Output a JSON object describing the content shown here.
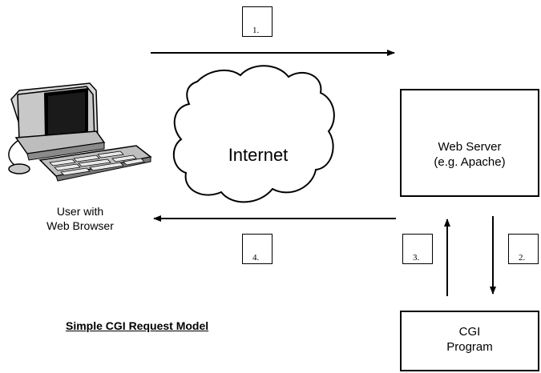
{
  "user": {
    "line1": "User with",
    "line2": "Web Browser"
  },
  "cloud": {
    "label": "Internet"
  },
  "server": {
    "line1": "Web Server",
    "line2": "(e.g. Apache)"
  },
  "cgi": {
    "line1": "CGI",
    "line2": "Program"
  },
  "steps": {
    "s1": "1.",
    "s2": "2.",
    "s3": "3.",
    "s4": "4."
  },
  "caption": "Simple CGI Request Model"
}
